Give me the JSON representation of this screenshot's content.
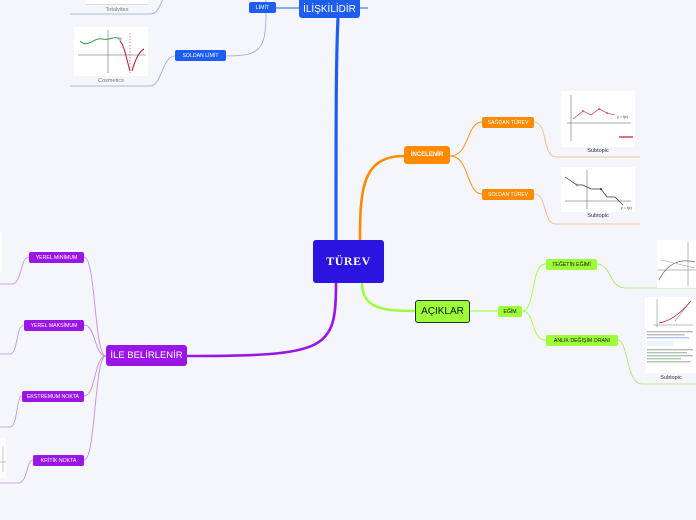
{
  "root": {
    "label": "TÜREV"
  },
  "branches": {
    "iliskilidir": {
      "label": "İLİŞKİLİDİR",
      "limit": "LİMİT",
      "soldan_limit": "SOLDAN LİMİT",
      "captions": [
        "Totalvites",
        "Cosmetics"
      ]
    },
    "incelenir": {
      "label": "İNCELENİR",
      "sagdan_turev": "SAĞDAN TÜREV",
      "soldan_turev": "SOLDAN TÜREV",
      "captions": [
        "Subtopic",
        "Subtopic"
      ]
    },
    "aciklar": {
      "label": "AÇIKLAR",
      "egim": "EĞİM",
      "tegetin_egimi": "TEĞETİN EĞİMİ",
      "anlik_degisim": "ANLIK DEĞİŞİM ORANI",
      "captions": [
        "Subtopic"
      ]
    },
    "ile_belirlenir": {
      "label": "İLE BELİRLENİR",
      "items": [
        "YEREL MİNİMUM",
        "YEREL MAKSİMUM",
        "EKSTREMUM NOKTA",
        "KRİTİK NOKTA"
      ]
    }
  },
  "colors": {
    "root": "#2c14e0",
    "blue": "#1f5df0",
    "orange": "#ff8a00",
    "green": "#9dff3a",
    "purple": "#9a16e6"
  }
}
